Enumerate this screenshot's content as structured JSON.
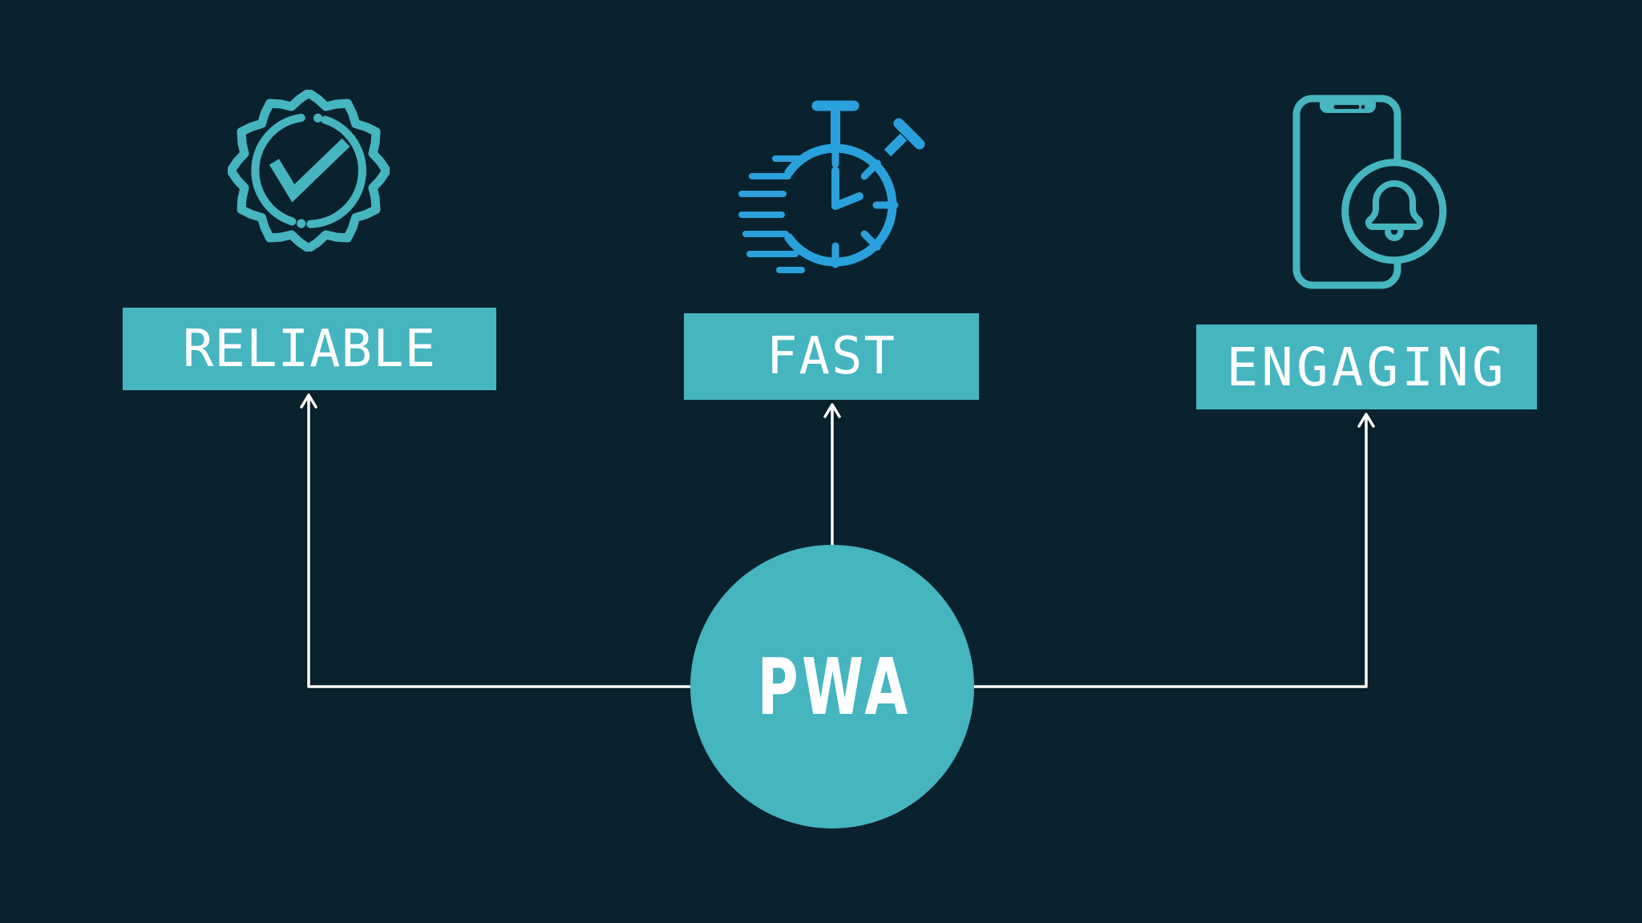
{
  "colors": {
    "background": "#09222e",
    "teal": "#45b5c0",
    "blue": "#2aa1dc",
    "line": "#ffffff",
    "text": "#ffffff"
  },
  "diagram": {
    "center": {
      "label": "PWA"
    },
    "features": [
      {
        "label": "RELIABLE",
        "icon": "certified-badge-check-icon"
      },
      {
        "label": "FAST",
        "icon": "speed-stopwatch-icon"
      },
      {
        "label": "ENGAGING",
        "icon": "phone-notification-bell-icon"
      }
    ]
  }
}
